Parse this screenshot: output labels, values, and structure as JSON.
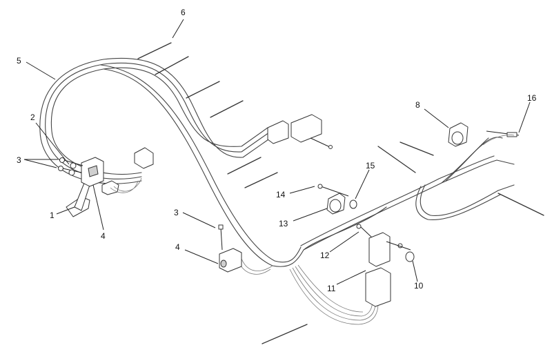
{
  "diagram": {
    "callouts": [
      {
        "id": "c6",
        "label": "6"
      },
      {
        "id": "c5",
        "label": "5"
      },
      {
        "id": "c2",
        "label": "2"
      },
      {
        "id": "c3a",
        "label": "3"
      },
      {
        "id": "c1",
        "label": "1"
      },
      {
        "id": "c4a",
        "label": "4"
      },
      {
        "id": "c8",
        "label": "8"
      },
      {
        "id": "c16",
        "label": "16"
      },
      {
        "id": "c15",
        "label": "15"
      },
      {
        "id": "c14",
        "label": "14"
      },
      {
        "id": "c13",
        "label": "13"
      },
      {
        "id": "c3b",
        "label": "3"
      },
      {
        "id": "c4b",
        "label": "4"
      },
      {
        "id": "c12",
        "label": "12"
      },
      {
        "id": "c11",
        "label": "11"
      },
      {
        "id": "c10",
        "label": "10"
      }
    ]
  }
}
